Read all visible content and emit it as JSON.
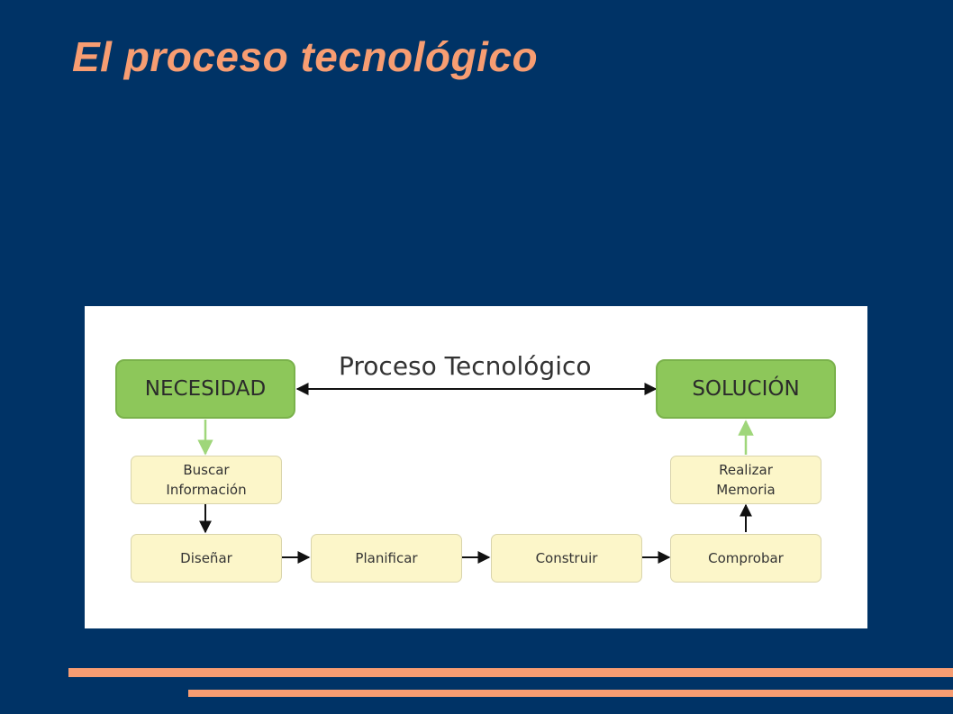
{
  "slide": {
    "title": "El proceso tecnológico"
  },
  "diagram": {
    "title": "Proceso Tecnológico",
    "nodes": {
      "necesidad": "NECESIDAD",
      "solucion": "SOLUCIÓN",
      "buscar": "Buscar\nInformación",
      "disenar": "Diseñar",
      "planificar": "Planificar",
      "construir": "Construir",
      "comprobar": "Comprobar",
      "realizar": "Realizar\nMemoria"
    },
    "colors": {
      "background": "#003366",
      "title": "#f79d72",
      "main_box": "#8dc75a",
      "step_box": "#fcf6c9",
      "green_arrow": "#9fd67a",
      "black_arrow": "#111111",
      "footer_bars": "#f79d72"
    }
  }
}
